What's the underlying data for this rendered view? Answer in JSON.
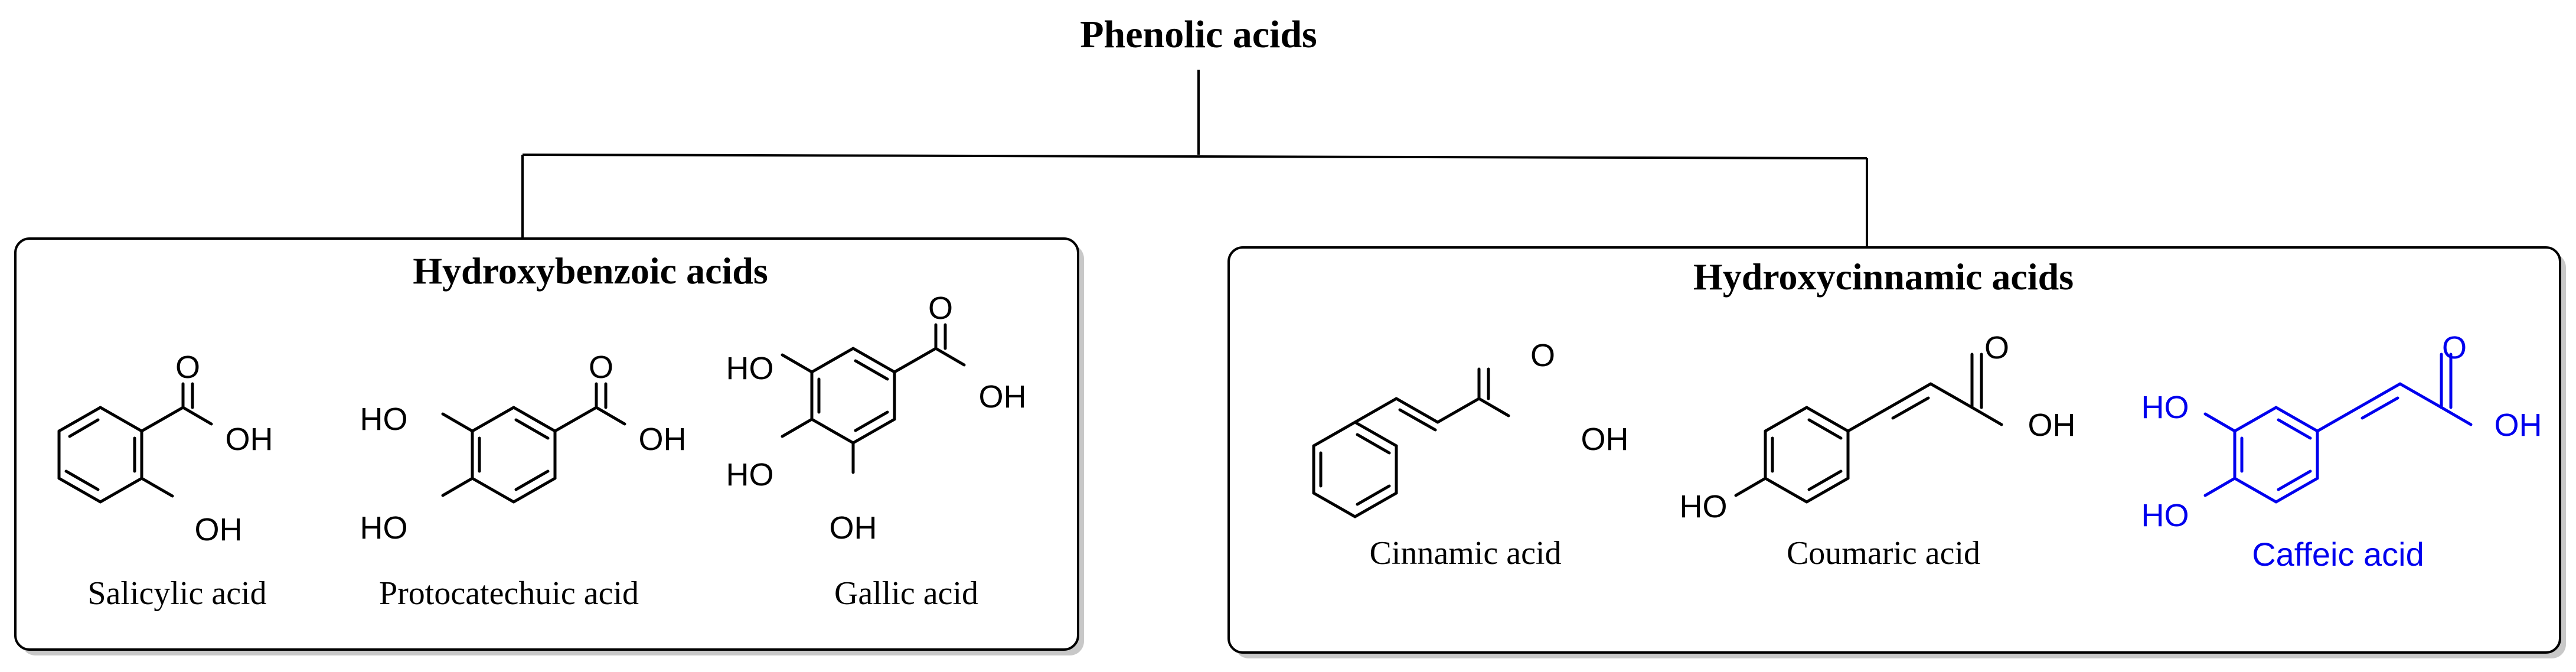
{
  "title": "Phenolic acids",
  "colors": {
    "default": "#000000",
    "highlight": "#0000ee",
    "box_shadow": "#c8c8c8"
  },
  "groups": [
    {
      "name": "Hydroxybenzoic acids",
      "compounds": [
        {
          "name": "Salicylic acid",
          "substituents": [
            "O",
            "OH",
            "OH"
          ]
        },
        {
          "name": "Protocatechuic acid",
          "substituents": [
            "O",
            "OH",
            "HO",
            "HO"
          ]
        },
        {
          "name": "Gallic acid",
          "substituents": [
            "O",
            "OH",
            "HO",
            "HO",
            "OH"
          ]
        }
      ]
    },
    {
      "name": "Hydroxycinnamic acids",
      "compounds": [
        {
          "name": "Cinnamic acid",
          "substituents": [
            "O",
            "OH"
          ]
        },
        {
          "name": "Coumaric acid",
          "substituents": [
            "O",
            "OH",
            "HO"
          ]
        },
        {
          "name": "Caffeic acid",
          "highlighted": true,
          "substituents": [
            "O",
            "OH",
            "HO",
            "HO"
          ]
        }
      ]
    }
  ]
}
